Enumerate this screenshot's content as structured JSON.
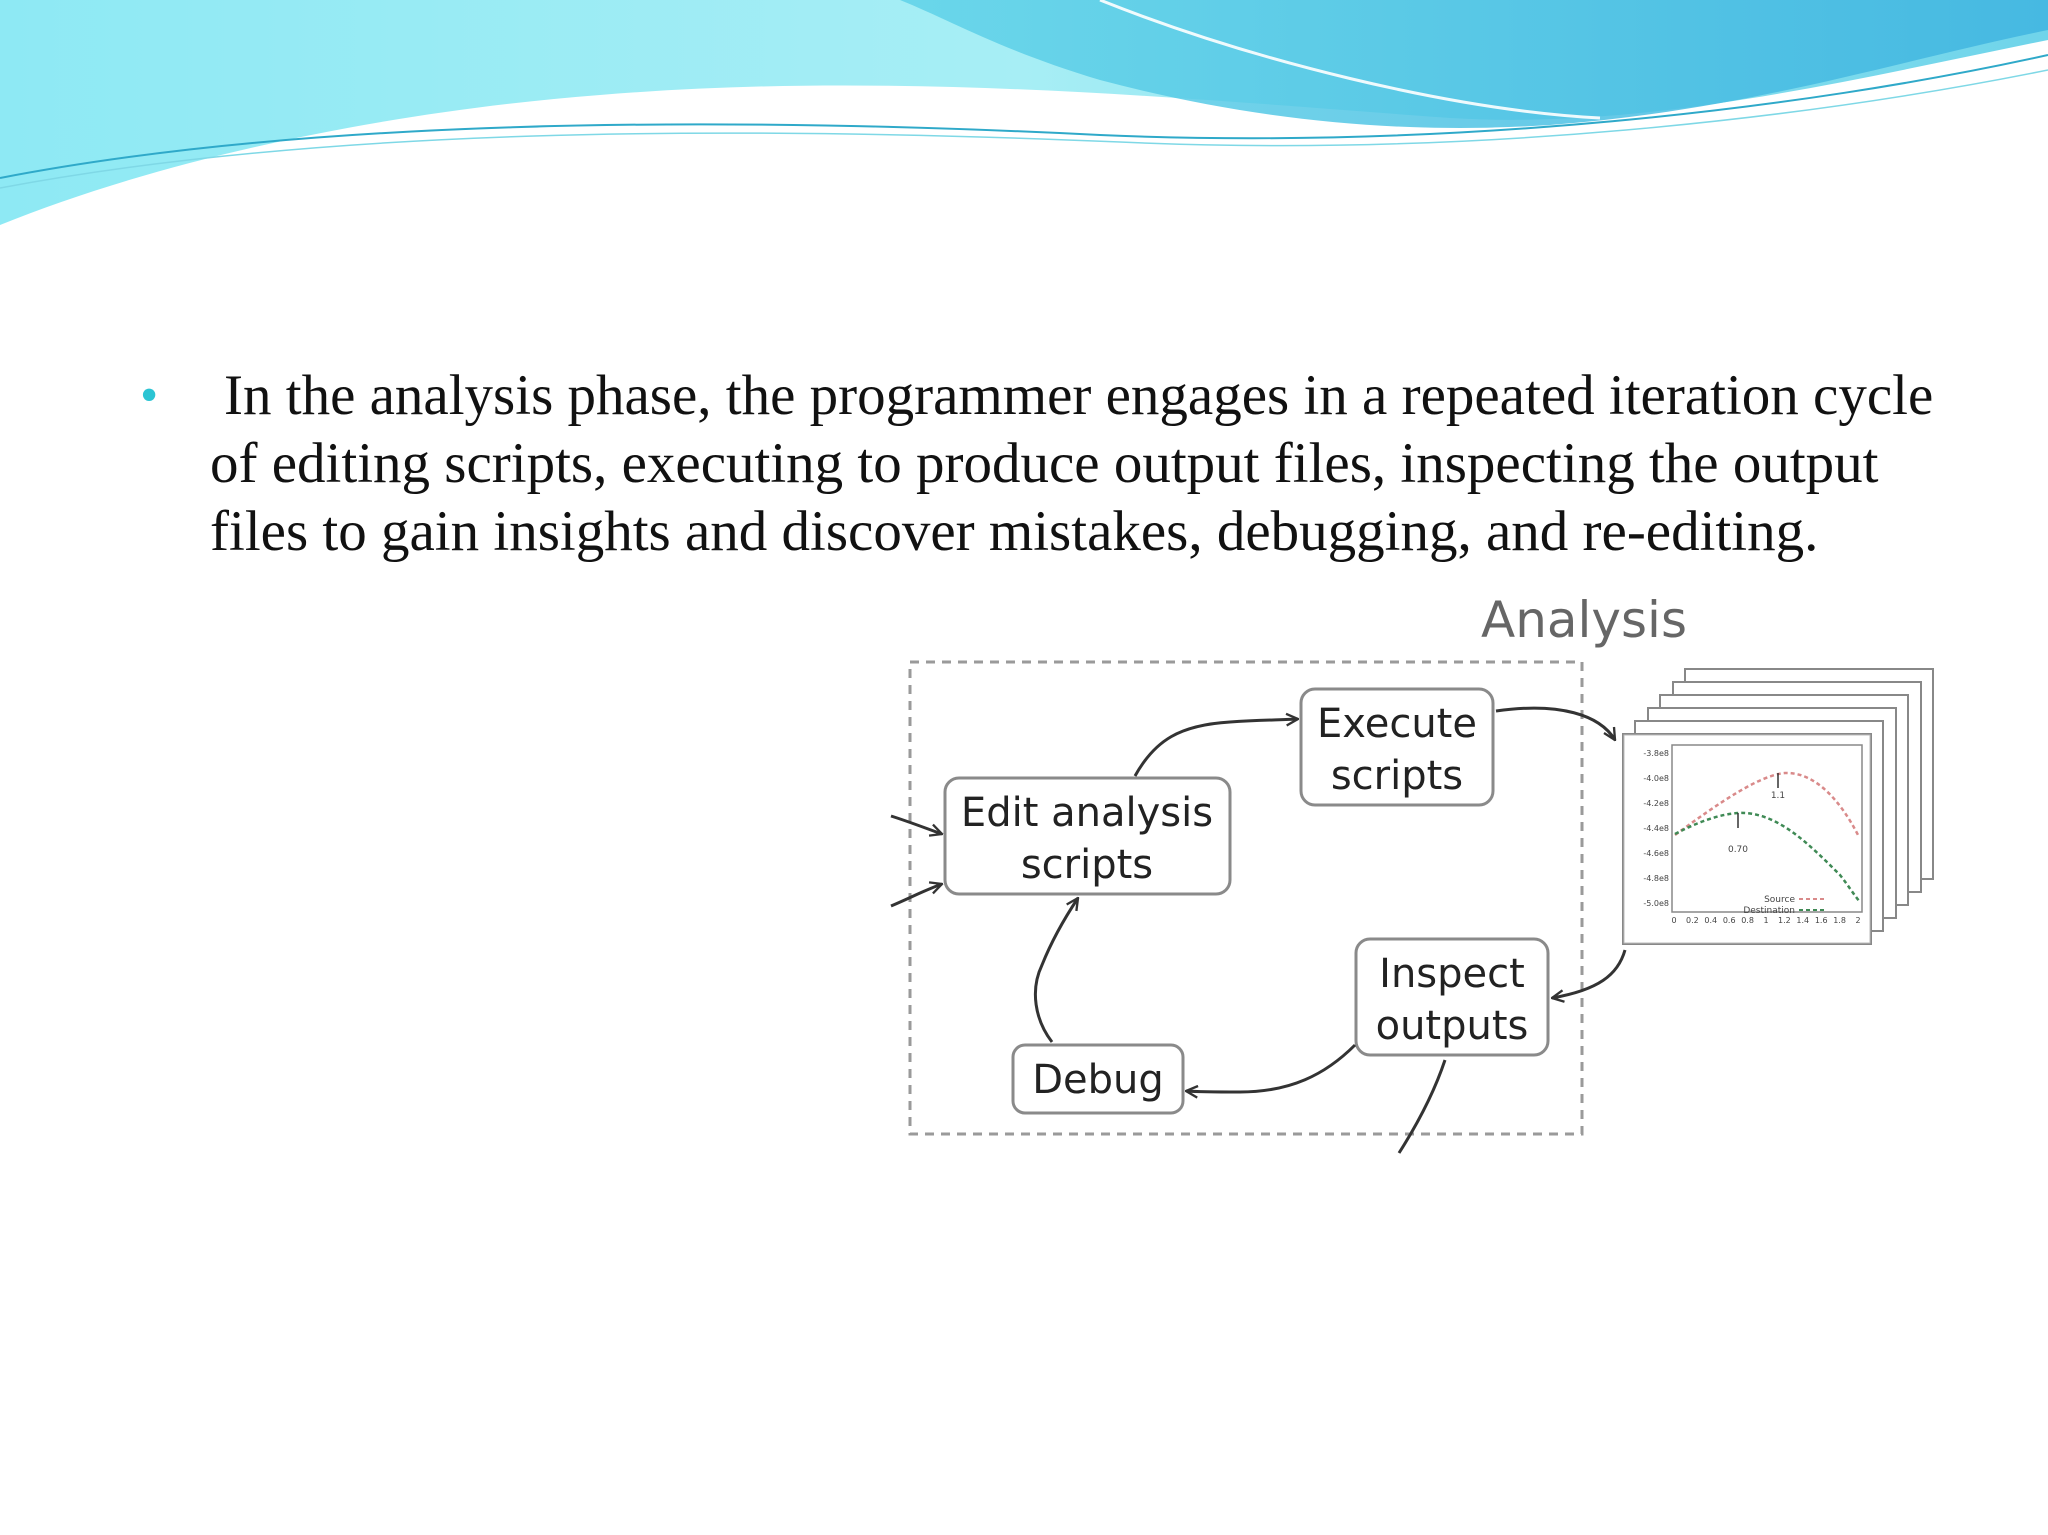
{
  "slide": {
    "bullet_text": "In the analysis phase, the programmer engages in a repeated iteration cycle of editing scripts, executing to produce output files, inspecting the output files to gain insights and discover mistakes, debugging, and re-editing."
  },
  "diagram": {
    "title": "Analysis",
    "nodes": {
      "edit": [
        "Edit analysis",
        "scripts"
      ],
      "execute": [
        "Execute",
        "scripts"
      ],
      "inspect": [
        "Inspect",
        "outputs"
      ],
      "debug": [
        "Debug"
      ]
    },
    "plot": {
      "yticks": [
        "-3.8e8",
        "-4.0e8",
        "-4.2e8",
        "-4.4e8",
        "-4.6e8",
        "-4.8e8",
        "-5.0e8"
      ],
      "xticks": [
        "0",
        "0.2",
        "0.4",
        "0.6",
        "0.8",
        "1",
        "1.2",
        "1.4",
        "1.6",
        "1.8",
        "2"
      ],
      "annotations": [
        "1.1",
        "0.70"
      ],
      "legend": [
        "Source",
        "Destination"
      ]
    }
  },
  "colors": {
    "bullet": "#2bc4d3",
    "wave_light": "#9feaf2",
    "wave_mid": "#5dd0e6",
    "wave_dark": "#3aa9d8",
    "box_stroke": "#8a8a8a",
    "plot_red": "#d98a8a",
    "plot_green": "#3f8a55"
  }
}
